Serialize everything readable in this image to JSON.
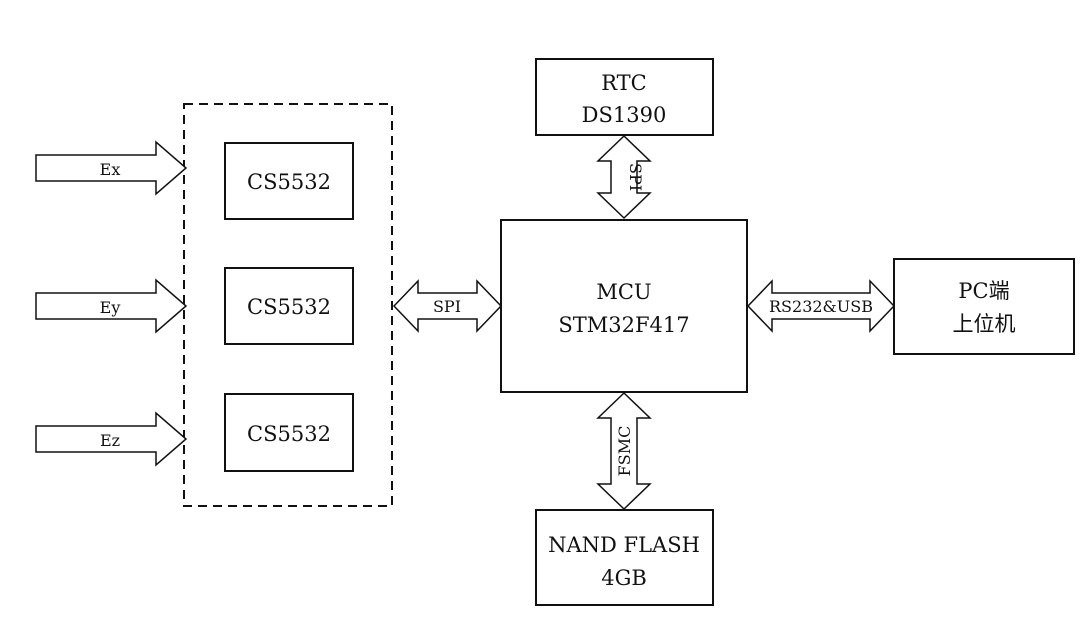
{
  "inputs": [
    {
      "label": "Ex"
    },
    {
      "label": "Ey"
    },
    {
      "label": "Ez"
    }
  ],
  "adc_chips": [
    {
      "label": "CS5532"
    },
    {
      "label": "CS5532"
    },
    {
      "label": "CS5532"
    }
  ],
  "rtc": {
    "line1": "RTC",
    "line2": "DS1390"
  },
  "mcu": {
    "line1": "MCU",
    "line2": "STM32F417"
  },
  "pc": {
    "line1": "PC端",
    "line2": "上位机"
  },
  "nand": {
    "line1": "NAND FLASH",
    "line2": "4GB"
  },
  "links": {
    "adc_mcu": "SPI",
    "rtc_mcu": "SPI",
    "mcu_pc": "RS232&USB",
    "mcu_nand": "FSMC"
  }
}
